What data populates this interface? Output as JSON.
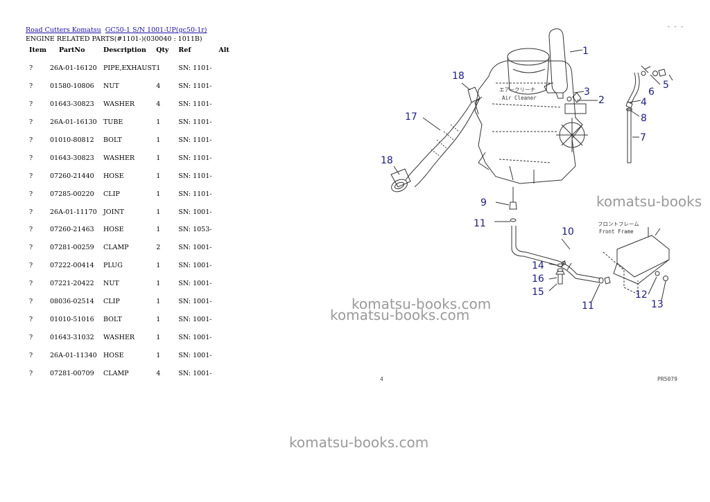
{
  "breadcrumb": {
    "link1": "Road Cutters Komatsu",
    "link2": "GC50-1 S/N 1001-UP(gc50-1r)"
  },
  "title": "ENGINE RELATED PARTS(#1101-)(030040 : 1011B)",
  "columns": [
    "Item",
    "PartNo",
    "Description",
    "Qty",
    "Ref",
    "Alt"
  ],
  "rows": [
    {
      "item": "?",
      "part": "26A-01-16120",
      "desc": "PIPE,EXHAUST",
      "qty": "1",
      "ref": "SN: 1101-",
      "alt": ""
    },
    {
      "item": "?",
      "part": "01580-10806",
      "desc": "NUT",
      "qty": "4",
      "ref": "SN: 1101-",
      "alt": ""
    },
    {
      "item": "?",
      "part": "01643-30823",
      "desc": "WASHER",
      "qty": "4",
      "ref": "SN: 1101-",
      "alt": ""
    },
    {
      "item": "?",
      "part": "26A-01-16130",
      "desc": "TUBE",
      "qty": "1",
      "ref": "SN: 1101-",
      "alt": ""
    },
    {
      "item": "?",
      "part": "01010-80812",
      "desc": "BOLT",
      "qty": "1",
      "ref": "SN: 1101-",
      "alt": ""
    },
    {
      "item": "?",
      "part": "01643-30823",
      "desc": "WASHER",
      "qty": "1",
      "ref": "SN: 1101-",
      "alt": ""
    },
    {
      "item": "?",
      "part": "07260-21440",
      "desc": "HOSE",
      "qty": "1",
      "ref": "SN: 1101-",
      "alt": ""
    },
    {
      "item": "?",
      "part": "07285-00220",
      "desc": "CLIP",
      "qty": "1",
      "ref": "SN: 1101-",
      "alt": ""
    },
    {
      "item": "?",
      "part": "26A-01-11170",
      "desc": "JOINT",
      "qty": "1",
      "ref": "SN: 1001-",
      "alt": ""
    },
    {
      "item": "?",
      "part": "07260-21463",
      "desc": "HOSE",
      "qty": "1",
      "ref": "SN: 1053-",
      "alt": ""
    },
    {
      "item": "?",
      "part": "07281-00259",
      "desc": "CLAMP",
      "qty": "2",
      "ref": "SN: 1001-",
      "alt": ""
    },
    {
      "item": "?",
      "part": "07222-00414",
      "desc": "PLUG",
      "qty": "1",
      "ref": "SN: 1001-",
      "alt": ""
    },
    {
      "item": "?",
      "part": "07221-20422",
      "desc": "NUT",
      "qty": "1",
      "ref": "SN: 1001-",
      "alt": ""
    },
    {
      "item": "?",
      "part": "08036-02514",
      "desc": "CLIP",
      "qty": "1",
      "ref": "SN: 1001-",
      "alt": ""
    },
    {
      "item": "?",
      "part": "01010-51016",
      "desc": "BOLT",
      "qty": "1",
      "ref": "SN: 1001-",
      "alt": ""
    },
    {
      "item": "?",
      "part": "01643-31032",
      "desc": "WASHER",
      "qty": "1",
      "ref": "SN: 1001-",
      "alt": ""
    },
    {
      "item": "?",
      "part": "26A-01-11340",
      "desc": "HOSE",
      "qty": "1",
      "ref": "SN: 1001-",
      "alt": ""
    },
    {
      "item": "?",
      "part": "07281-00709",
      "desc": "CLAMP",
      "qty": "4",
      "ref": "SN: 1001-",
      "alt": ""
    }
  ],
  "diagram": {
    "air_cleaner_jp": "エアークリーナ",
    "air_cleaner_en": "Air Cleaner",
    "front_frame_jp": "フロントフレーム",
    "front_frame_en": "Front Frame",
    "callouts": [
      "1",
      "2",
      "3",
      "4",
      "5",
      "6",
      "7",
      "8",
      "9",
      "10",
      "11",
      "11",
      "12",
      "13",
      "14",
      "15",
      "16",
      "17",
      "18",
      "18"
    ],
    "callout_color": "#1a1a8c"
  },
  "watermark": "komatsu-books.com",
  "watermark_cut": "komatsu-books",
  "page_number": "4",
  "figure_code": "PR5079",
  "corner_mark": "- -  -"
}
